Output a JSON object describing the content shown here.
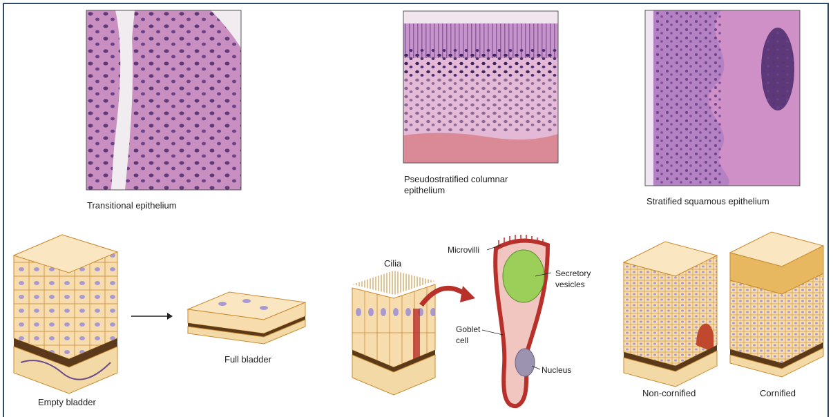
{
  "micrographs": {
    "transitional": {
      "caption": "Transitional epithelium"
    },
    "pseudostratified": {
      "caption": "Pseudostratified columnar epithelium"
    },
    "stratified": {
      "caption": "Stratified squamous epithelium"
    }
  },
  "diagrams": {
    "empty_bladder": "Empty bladder",
    "full_bladder": "Full bladder",
    "cilia": "Cilia",
    "microvilli": "Microvilli",
    "secretory_vesicles": "Secretory vesicles",
    "goblet_cell": "Goblet cell",
    "nucleus": "Nucleus",
    "non_cornified": "Non-cornified",
    "cornified": "Cornified"
  },
  "colors": {
    "stain_pink": "#d79ac8",
    "stain_purple": "#7a4a9a",
    "cell_fill": "#f7dcae",
    "cell_border": "#c98a2e",
    "nucleus": "#a89ad0",
    "basement": "#5a3a1a",
    "goblet_red": "#b8302a",
    "vesicle_green": "#9ccf5a",
    "frame": "#2f4a66"
  }
}
